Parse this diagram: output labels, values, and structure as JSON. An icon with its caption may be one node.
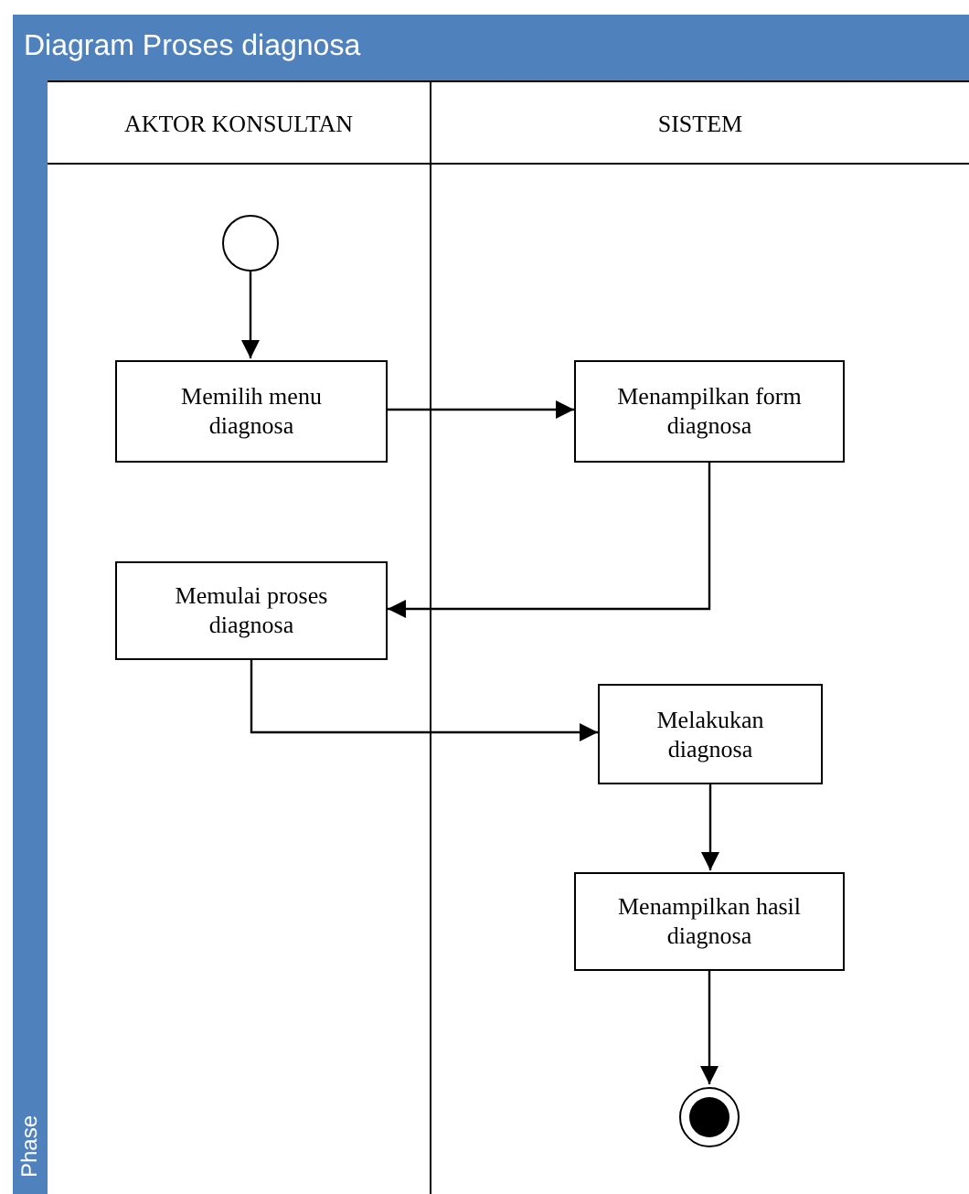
{
  "diagram": {
    "title": "Diagram Proses diagnosa",
    "nodes": [
      {
        "text": [
          "AKTOR KONSULTAN"
        ]
      },
      {
        "text": [
          "SISTEM"
        ]
      },
      {
        "text": [],
        "shape": "circle",
        "in": 0
      },
      {
        "text": [
          "Memilih menu diagnosa"
        ],
        "in": 0
      },
      {
        "text": [
          "Menampilkan form diagnosa"
        ],
        "in": 1
      },
      {
        "text": [
          "Memulai proses diagnosa"
        ],
        "in": 0
      },
      {
        "text": [
          "Melakukan diagnosa"
        ],
        "in": 1
      },
      {
        "text": [
          "Menampilkan hasil diagnosa"
        ],
        "in": 1
      },
      {
        "text": [],
        "shape": "bullseye",
        "in": 1
      }
    ],
    "edges": [
      {
        "from": 2,
        "to": 3,
        "arrow": "to"
      },
      {
        "from": 3,
        "to": 4,
        "arrow": "to"
      },
      {
        "from": 4,
        "to": 5,
        "arrow": "to"
      },
      {
        "from": 5,
        "to": 6,
        "arrow": "to"
      },
      {
        "from": 6,
        "to": 7,
        "arrow": "to"
      },
      {
        "from": 7,
        "to": 8,
        "arrow": "to"
      }
    ],
    "labels": [
      "Phase"
    ]
  }
}
